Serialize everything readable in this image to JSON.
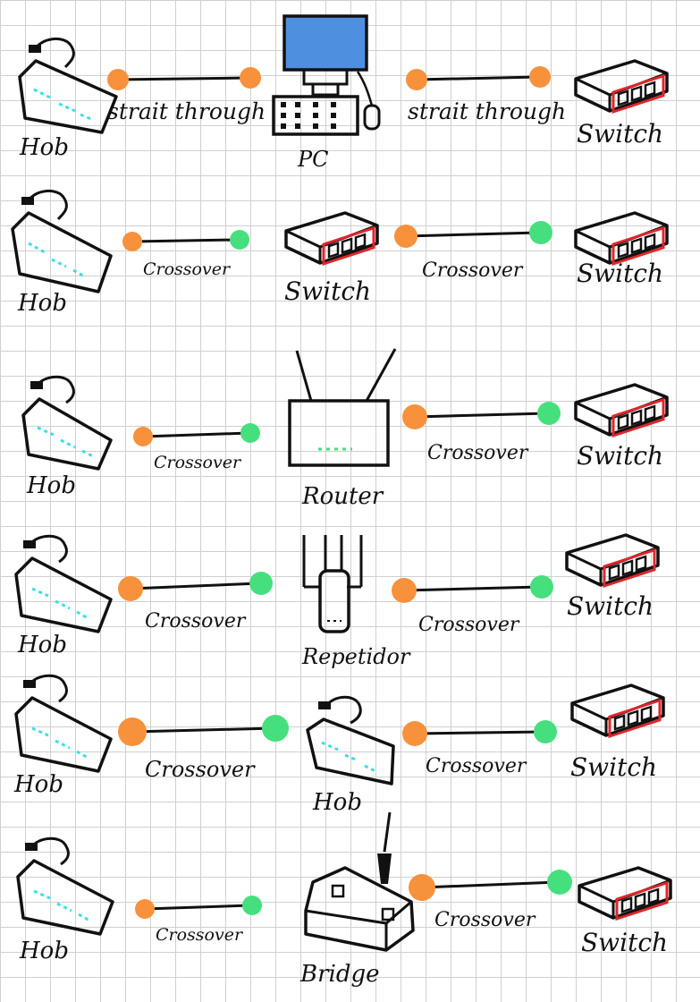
{
  "colors": {
    "orange": "#f7913b",
    "green": "#46df7e",
    "ink": "#111111",
    "pc_screen": "#4f8fe0",
    "switch_ports": "#e0262b",
    "hub_leds": "#39e0e6",
    "router_leds": "#46df7e"
  },
  "rows": [
    {
      "left": {
        "type": "hub",
        "label": "Hob"
      },
      "cable1": {
        "label": "strait through",
        "end": "orange"
      },
      "middle": {
        "type": "pc",
        "label": "PC"
      },
      "cable2": {
        "label": "strait through",
        "end": "orange"
      },
      "right": {
        "type": "switch",
        "label": "Switch"
      }
    },
    {
      "left": {
        "type": "hub",
        "label": "Hob"
      },
      "cable1": {
        "label": "Crossover",
        "end": "green"
      },
      "middle": {
        "type": "switch",
        "label": "Switch"
      },
      "cable2": {
        "label": "Crossover",
        "end": "green"
      },
      "right": {
        "type": "switch",
        "label": "Switch"
      }
    },
    {
      "left": {
        "type": "hub",
        "label": "Hob"
      },
      "cable1": {
        "label": "Crossover",
        "end": "green"
      },
      "middle": {
        "type": "router",
        "label": "Router"
      },
      "cable2": {
        "label": "Crossover",
        "end": "green"
      },
      "right": {
        "type": "switch",
        "label": "Switch"
      }
    },
    {
      "left": {
        "type": "hub",
        "label": "Hob"
      },
      "cable1": {
        "label": "Crossover",
        "end": "green"
      },
      "middle": {
        "type": "repeater",
        "label": "Repetidor"
      },
      "cable2": {
        "label": "Crossover",
        "end": "green"
      },
      "right": {
        "type": "switch",
        "label": "Switch"
      }
    },
    {
      "left": {
        "type": "hub",
        "label": "Hob"
      },
      "cable1": {
        "label": "Crossover",
        "end": "green"
      },
      "middle": {
        "type": "hub",
        "label": "Hob"
      },
      "cable2": {
        "label": "Crossover",
        "end": "green"
      },
      "right": {
        "type": "switch",
        "label": "Switch"
      }
    },
    {
      "left": {
        "type": "hub",
        "label": "Hob"
      },
      "cable1": {
        "label": "Crossover",
        "end": "green"
      },
      "middle": {
        "type": "bridge",
        "label": "Bridge"
      },
      "cable2": {
        "label": "Crossover",
        "end": "green"
      },
      "right": {
        "type": "switch",
        "label": "Switch"
      }
    }
  ]
}
